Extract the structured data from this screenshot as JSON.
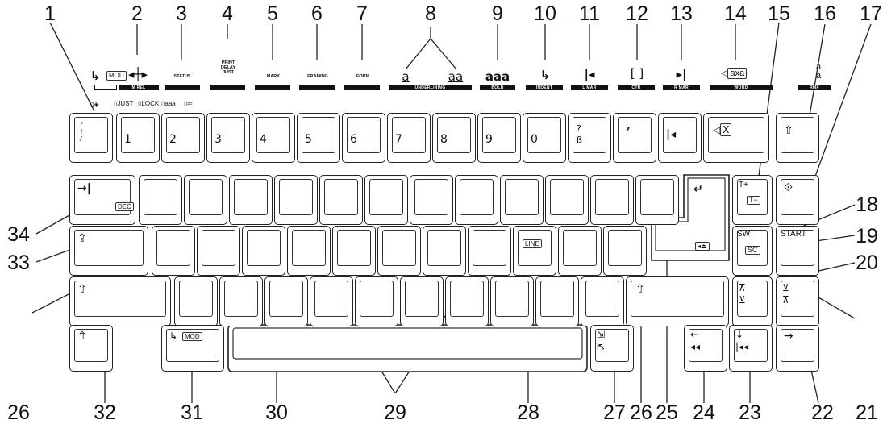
{
  "callouts": {
    "c1": "1",
    "c2": "2",
    "c3": "3",
    "c4": "4",
    "c5": "5",
    "c6": "6",
    "c7": "7",
    "c8": "8",
    "c9": "9",
    "c10": "10",
    "c11": "11",
    "c12": "12",
    "c13": "13",
    "c14": "14",
    "c15": "15",
    "c16": "16",
    "c17": "17",
    "c18": "18",
    "c19": "19",
    "c20": "20",
    "c21": "21",
    "c34": "34",
    "c33": "33",
    "c26a": "26",
    "c32": "32",
    "c31": "31",
    "c30": "30",
    "c29": "29",
    "c28": "28",
    "c27": "27",
    "c26b": "26",
    "c25": "25",
    "c24": "24",
    "c23": "23",
    "c22": "22",
    "c21b": "21"
  },
  "function_headers": {
    "mod": "MOD",
    "status": "STATUS",
    "print": "PRINT",
    "delay": "DELAY",
    "just": "JUST",
    "mark": "MARK",
    "framing": "FRAMING",
    "form": "FORM",
    "bold_sample": "aaa",
    "underline_sample_a": "a",
    "underline_sample_b": "aa",
    "rmf_a": "a",
    "rmf_b": "a",
    "word_sym": "axa"
  },
  "bars": {
    "m_rel": "M REL",
    "underlining": "UNDERLINING",
    "bold": "BOLD",
    "indent": "INDENT",
    "l_mar": "L MAR",
    "ctr": "CTR",
    "r_mar": "R MAR",
    "word": "WORD",
    "rmf": "RMF"
  },
  "indicators": {
    "just": "JUST",
    "lock": "LOCK",
    "aaa": "aaa"
  },
  "keys": {
    "num_row": [
      "1",
      "2",
      "3",
      "4",
      "5",
      "6",
      "7",
      "8",
      "9",
      "0"
    ],
    "question": "?",
    "sharp_s": "ß",
    "comma_key": "’",
    "dec": "DEC",
    "line": "LINE",
    "t_plus": "T+",
    "t_minus": "T−",
    "sw": "SW",
    "sc": "SC",
    "start": "START",
    "mod_space": "MOD"
  }
}
